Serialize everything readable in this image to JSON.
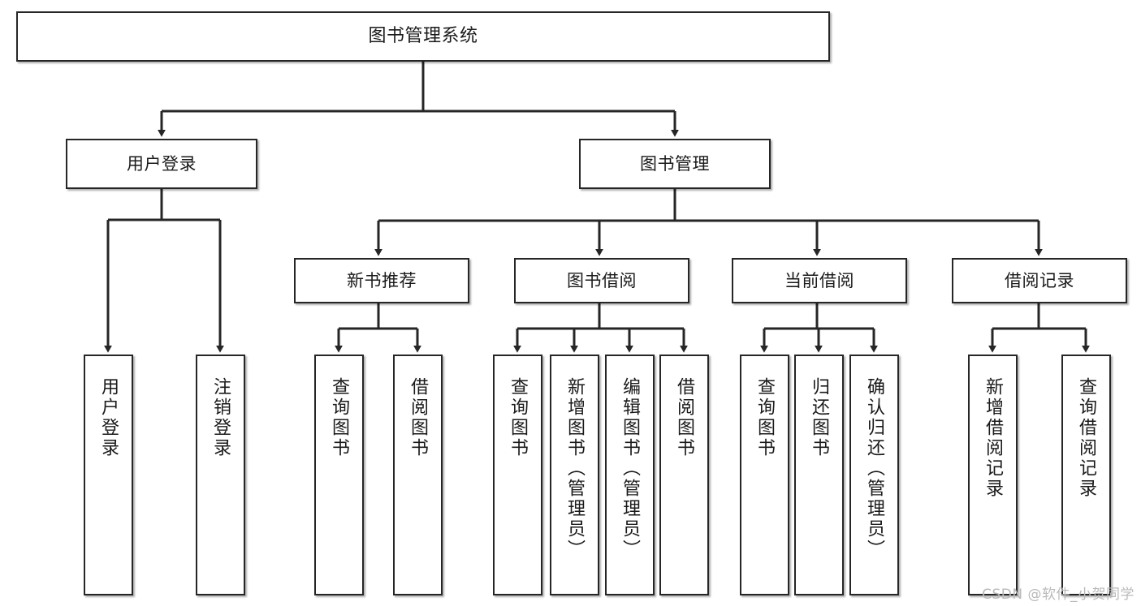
{
  "diagram": {
    "type": "hierarchy-tree",
    "title": "图书管理系统",
    "watermark": "CSDN @软件_小贺同学",
    "colors": {
      "box_border": "#262626",
      "box_fill": "#ffffff",
      "connector": "#262626",
      "text": "#1a1a1a",
      "watermark": "#b9b9b9"
    },
    "levels": [
      {
        "level": 1,
        "nodes": [
          {
            "id": "root",
            "label": "图书管理系统",
            "orientation": "horizontal"
          }
        ]
      },
      {
        "level": 2,
        "nodes": [
          {
            "id": "user-login",
            "label": "用户登录",
            "orientation": "horizontal",
            "parent": "root"
          },
          {
            "id": "book-manage",
            "label": "图书管理",
            "orientation": "horizontal",
            "parent": "root"
          }
        ]
      },
      {
        "level": 3,
        "nodes": [
          {
            "id": "new-book-rec",
            "label": "新书推荐",
            "orientation": "horizontal",
            "parent": "book-manage"
          },
          {
            "id": "book-borrow",
            "label": "图书借阅",
            "orientation": "horizontal",
            "parent": "book-manage"
          },
          {
            "id": "current-borrow",
            "label": "当前借阅",
            "orientation": "horizontal",
            "parent": "book-manage"
          },
          {
            "id": "borrow-record",
            "label": "借阅记录",
            "orientation": "horizontal",
            "parent": "book-manage"
          }
        ]
      },
      {
        "level": 4,
        "nodes": [
          {
            "id": "leaf-user-login",
            "label": "用户登录",
            "orientation": "vertical",
            "parent": "user-login"
          },
          {
            "id": "leaf-logout-login",
            "label": "注销登录",
            "orientation": "vertical",
            "parent": "user-login"
          },
          {
            "id": "leaf-query-book-1",
            "label": "查询图书",
            "orientation": "vertical",
            "parent": "new-book-rec"
          },
          {
            "id": "leaf-borrow-book-1",
            "label": "借阅图书",
            "orientation": "vertical",
            "parent": "new-book-rec"
          },
          {
            "id": "leaf-query-book-2",
            "label": "查询图书",
            "orientation": "vertical",
            "parent": "book-borrow"
          },
          {
            "id": "leaf-add-book",
            "label": "新增图书（管理员）",
            "orientation": "vertical",
            "parent": "book-borrow"
          },
          {
            "id": "leaf-edit-book",
            "label": "编辑图书（管理员）",
            "orientation": "vertical",
            "parent": "book-borrow"
          },
          {
            "id": "leaf-borrow-book-2",
            "label": "借阅图书",
            "orientation": "vertical",
            "parent": "book-borrow"
          },
          {
            "id": "leaf-query-book-3",
            "label": "查询图书",
            "orientation": "vertical",
            "parent": "current-borrow"
          },
          {
            "id": "leaf-return-book",
            "label": "归还图书",
            "orientation": "vertical",
            "parent": "current-borrow"
          },
          {
            "id": "leaf-confirm-return",
            "label": "确认归还（管理员）",
            "orientation": "vertical",
            "parent": "current-borrow"
          },
          {
            "id": "leaf-add-record",
            "label": "新增借阅记录",
            "orientation": "vertical",
            "parent": "borrow-record"
          },
          {
            "id": "leaf-query-record",
            "label": "查询借阅记录",
            "orientation": "vertical",
            "parent": "borrow-record"
          }
        ]
      }
    ]
  }
}
